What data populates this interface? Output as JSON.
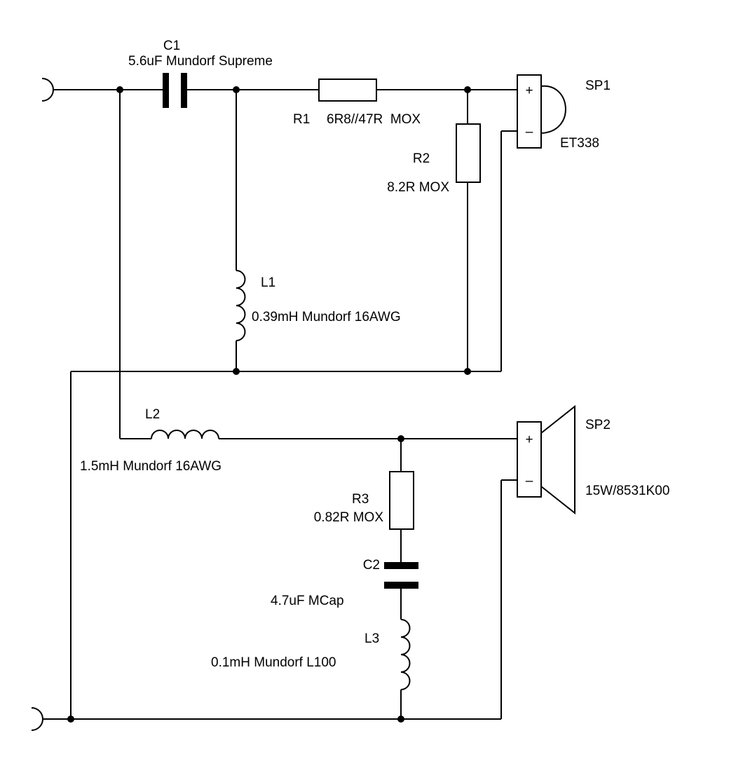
{
  "components": {
    "c1": {
      "ref": "C1",
      "value": "5.6uF Mundorf Supreme"
    },
    "r1": {
      "ref": "R1",
      "value": "6R8//47R  MOX"
    },
    "r2": {
      "ref": "R2",
      "value": "8.2R MOX"
    },
    "l1": {
      "ref": "L1",
      "value": "0.39mH Mundorf 16AWG"
    },
    "l2": {
      "ref": "L2",
      "value": "1.5mH Mundorf 16AWG"
    },
    "r3": {
      "ref": "R3",
      "value": "0.82R MOX"
    },
    "c2": {
      "ref": "C2",
      "value": "4.7uF MCap"
    },
    "l3": {
      "ref": "L3",
      "value": "0.1mH Mundorf L100"
    },
    "sp1": {
      "ref": "SP1",
      "value": "ET338",
      "plus": "+",
      "minus": "–"
    },
    "sp2": {
      "ref": "SP2",
      "value": "15W/8531K00",
      "plus": "+",
      "minus": "–"
    }
  }
}
